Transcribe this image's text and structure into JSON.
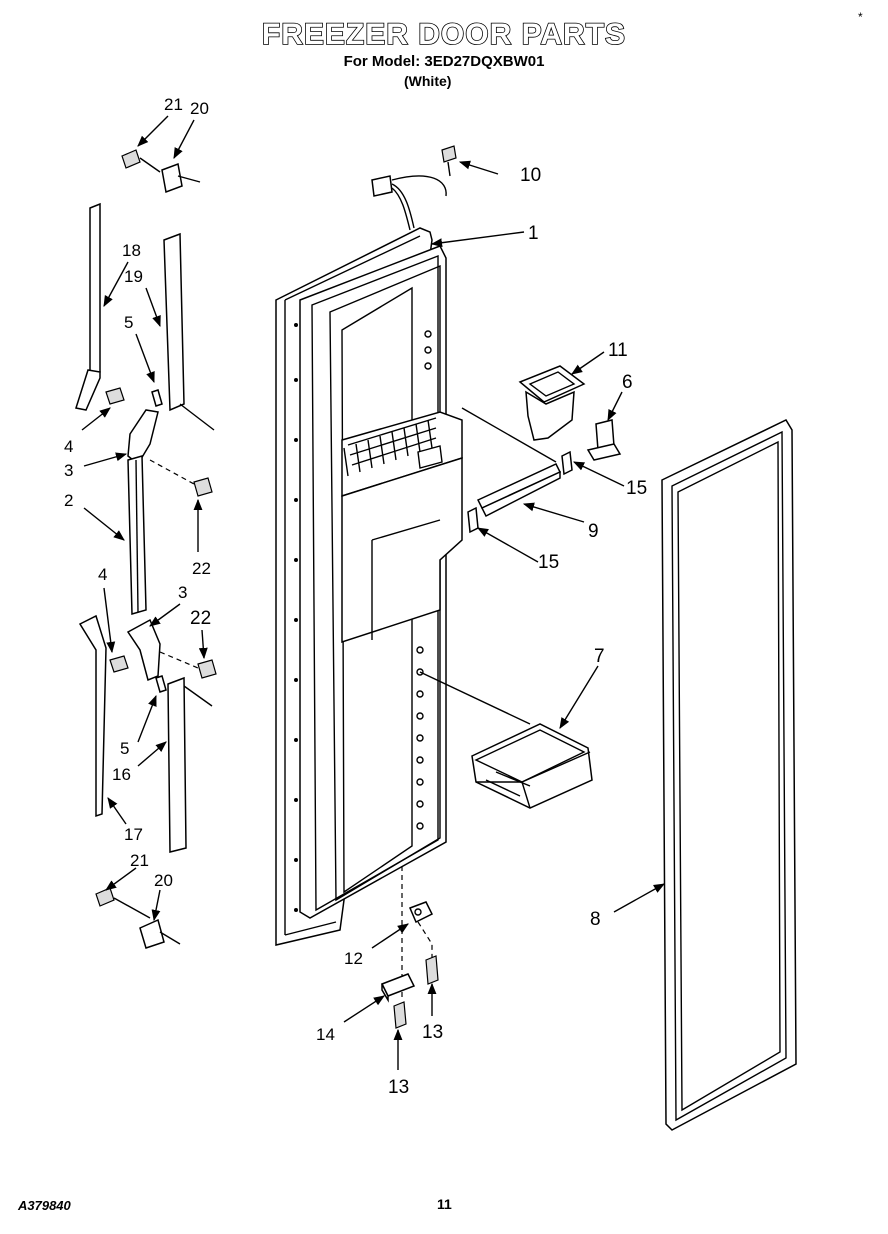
{
  "header": {
    "title": "FREEZER DOOR PARTS",
    "model_line": "For Model: 3ED27DQXBW01",
    "color_line": "(White)",
    "corner_mark": "*"
  },
  "footer": {
    "doc_number": "A379840",
    "page_number": "11"
  },
  "callouts": {
    "c1": "1",
    "c2": "2",
    "c3a": "3",
    "c3b": "3",
    "c4a": "4",
    "c4b": "4",
    "c5a": "5",
    "c5b": "5",
    "c6": "6",
    "c7": "7",
    "c8": "8",
    "c9": "9",
    "c10": "10",
    "c11": "11",
    "c12": "12",
    "c13a": "13",
    "c13b": "13",
    "c14": "14",
    "c15a": "15",
    "c15b": "15",
    "c16": "16",
    "c17": "17",
    "c18": "18",
    "c19": "19",
    "c20a": "20",
    "c20b": "20",
    "c21a": "21",
    "c21b": "21",
    "c22a": "22",
    "c22b": "22"
  }
}
